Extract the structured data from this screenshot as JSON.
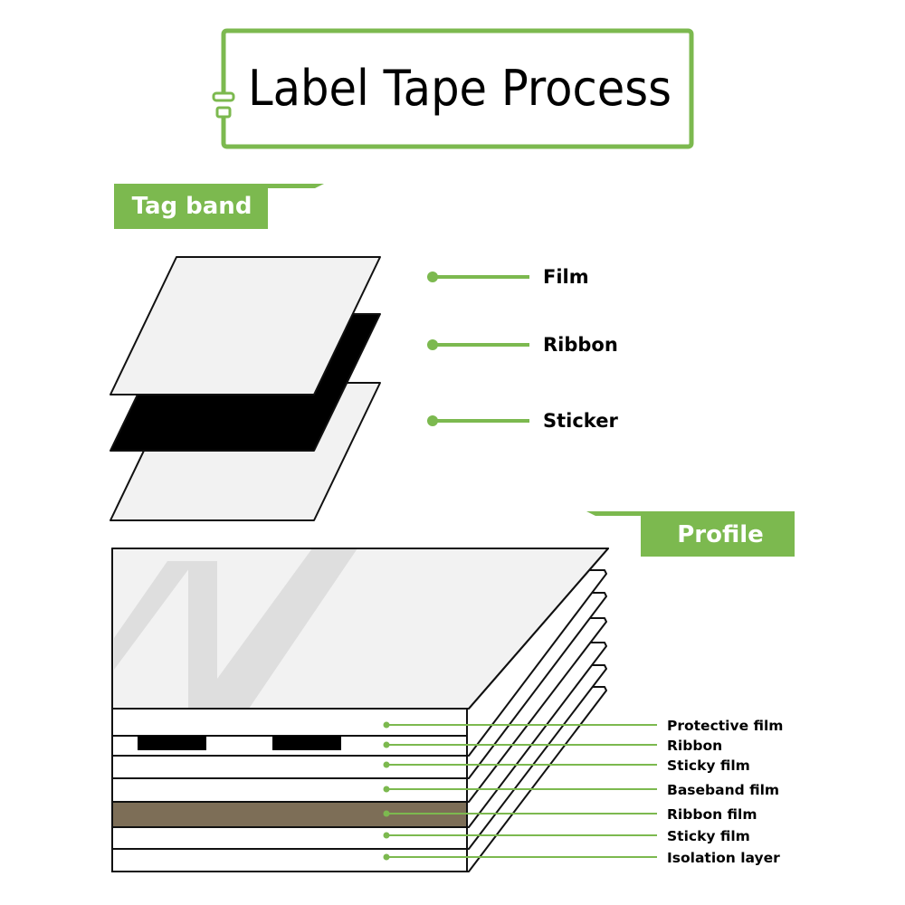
{
  "title": "Label Tape Process",
  "tag_band": {
    "heading": "Tag band",
    "layers": [
      {
        "label": "Film",
        "fill": "#f2f2f2"
      },
      {
        "label": "Ribbon",
        "fill": "#000000"
      },
      {
        "label": "Sticker",
        "fill": "#f2f2f2"
      }
    ]
  },
  "profile": {
    "heading": "Profile",
    "layers": [
      {
        "label": "Protective film",
        "fill": "#ffffff"
      },
      {
        "label": "Ribbon",
        "fill": "#ffffff"
      },
      {
        "label": "Sticky film",
        "fill": "#ffffff"
      },
      {
        "label": "Baseband film",
        "fill": "#ffffff"
      },
      {
        "label": "Ribbon film",
        "fill": "#7d6e57"
      },
      {
        "label": "Sticky film",
        "fill": "#ffffff"
      },
      {
        "label": "Isolation layer",
        "fill": "#ffffff"
      }
    ]
  },
  "colors": {
    "accent": "#7cb94f",
    "outline": "#111111",
    "sheet": "#f2f2f2",
    "ribbon": "#000000",
    "ribbon_film": "#7d6e57"
  }
}
